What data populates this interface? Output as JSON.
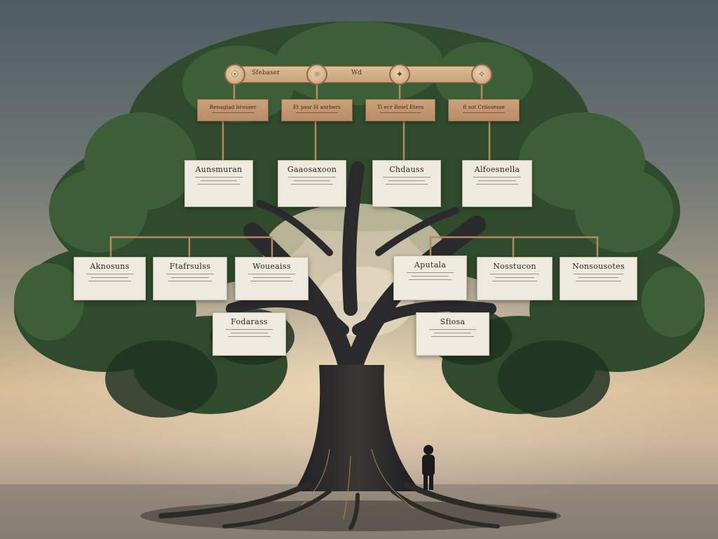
{
  "tree": {
    "rail": {
      "label_left": "Sfebaser",
      "label_mid": "Wd"
    },
    "medallions": [
      {
        "icon": "sun-emblem-icon",
        "symbol": "☉"
      },
      {
        "icon": "crest-emblem-icon",
        "symbol": "☼"
      },
      {
        "icon": "compass-emblem-icon",
        "symbol": "✦"
      },
      {
        "icon": "star-emblem-icon",
        "symbol": "✧"
      }
    ],
    "plaques": [
      {
        "label": "Renaglad brosser"
      },
      {
        "label": "Et pssr H anrbers"
      },
      {
        "label": "Tl ecr Reiel Eters"
      },
      {
        "label": "fl sot Crlissesse"
      }
    ],
    "row2": [
      {
        "name": "Aunsmuran"
      },
      {
        "name": "Gaaosaxoon"
      },
      {
        "name": "Chdauss"
      },
      {
        "name": "Alfoesnella"
      }
    ],
    "row3_left": [
      {
        "name": "Aknosuns"
      },
      {
        "name": "Ftafrsulss"
      },
      {
        "name": "Woueaiss"
      }
    ],
    "row3_right": [
      {
        "name": "Aputala"
      },
      {
        "name": "Nosstucon"
      },
      {
        "name": "Nonsousotes"
      }
    ],
    "row4": [
      {
        "name": "Fodarass"
      },
      {
        "name": "Sfiosa"
      }
    ]
  }
}
